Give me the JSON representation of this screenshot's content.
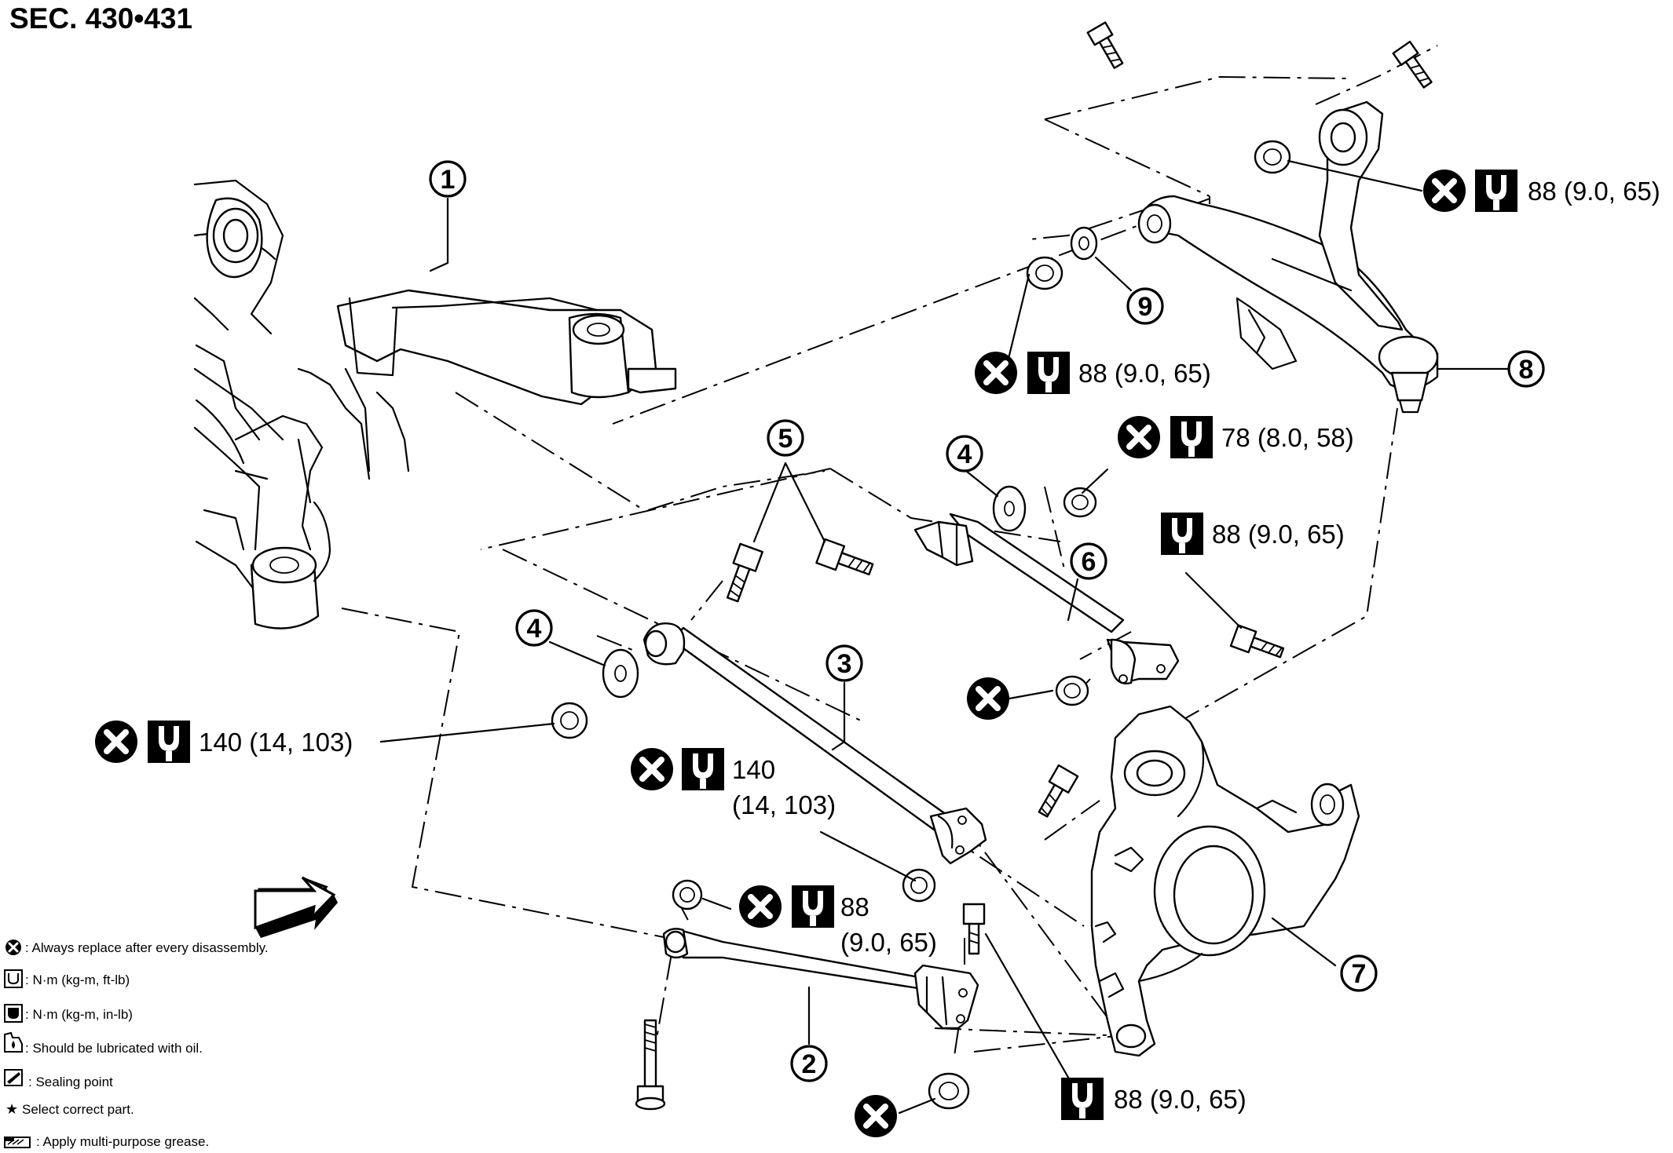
{
  "section_title": "SEC. 430•431",
  "callouts": [
    "1",
    "2",
    "3",
    "4",
    "4",
    "5",
    "6",
    "7",
    "8",
    "9"
  ],
  "torque": {
    "t_8_top": "88 (9.0, 65)",
    "t_9": "88 (9.0, 65)",
    "t_6_top": "78 (8.0, 58)",
    "t_6_bolt": "88 (9.0, 65)",
    "t_3_left": "140 (14, 103)",
    "t_3_right_a": "140",
    "t_3_right_b": "(14, 103)",
    "t_2_top_a": "88",
    "t_2_top_b": "(9.0, 65)",
    "t_2_bottom": "88 (9.0, 65)"
  },
  "legend": [
    {
      "icon": "replace-icon",
      "text": ": Always replace after every disassembly."
    },
    {
      "icon": "torque-ft-lb-icon",
      "text": ": N·m (kg-m, ft-lb)"
    },
    {
      "icon": "torque-in-lb-icon",
      "text": ": N·m (kg-m, in-lb)"
    },
    {
      "icon": "oil-icon",
      "text": ": Should be lubricated with oil."
    },
    {
      "icon": "sealing-icon",
      "text": ": Sealing point"
    },
    {
      "icon": "star-icon",
      "text": "Select correct part."
    },
    {
      "icon": "grease-icon",
      "text": ": Apply multi-purpose grease."
    }
  ],
  "colors": {
    "ink": "#000000",
    "paper": "#ffffff"
  }
}
